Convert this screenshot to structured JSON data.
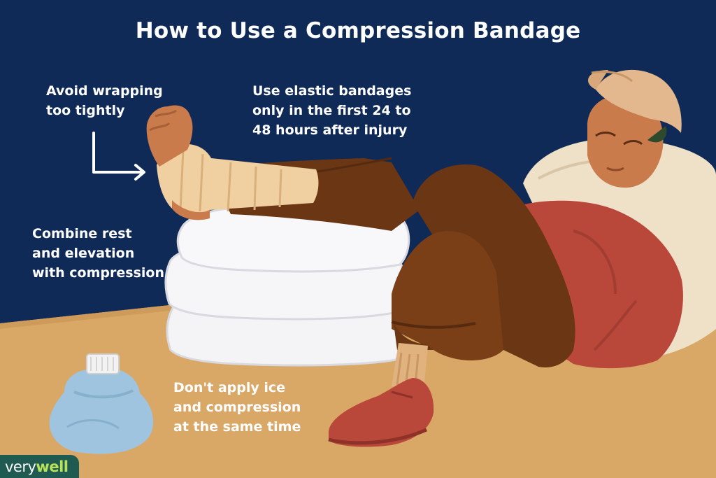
{
  "title": "How to Use a Compression Bandage",
  "tips": {
    "wrap": "Avoid wrapping\ntoo tightly",
    "elastic": "Use elastic bandages\nonly in the first 24 to\n48 hours after injury",
    "rest": "Combine rest\nand elevation\nwith compression",
    "ice": "Don't apply ice\nand compression\nat the same time"
  },
  "brand": {
    "part1": "very",
    "part2": "well"
  },
  "colors": {
    "background": "#0f2a57",
    "floor": "#d9a867",
    "text": "#ffffff",
    "shirt": "#b9473a",
    "pants": "#6b3614",
    "pillow": "#f4f4f6",
    "bandage": "#f0cfa0",
    "ice_pack": "#9ec4df",
    "brand_bg": "#1f5b50",
    "brand_accent": "#b8e25a"
  }
}
